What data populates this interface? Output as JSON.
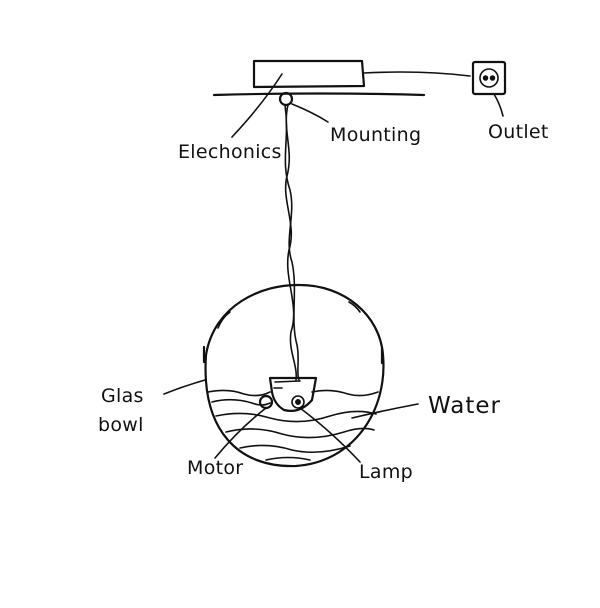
{
  "labels": {
    "electronics": "Elechonics",
    "mounting": "Mounting",
    "outlet": "Outlet",
    "glass_line1": "Glas",
    "glass_line2": "bowl",
    "water": "Water",
    "motor": "Motor",
    "lamp": "Lamp"
  },
  "colors": {
    "ink": "#111111",
    "paper": "#ffffff"
  }
}
